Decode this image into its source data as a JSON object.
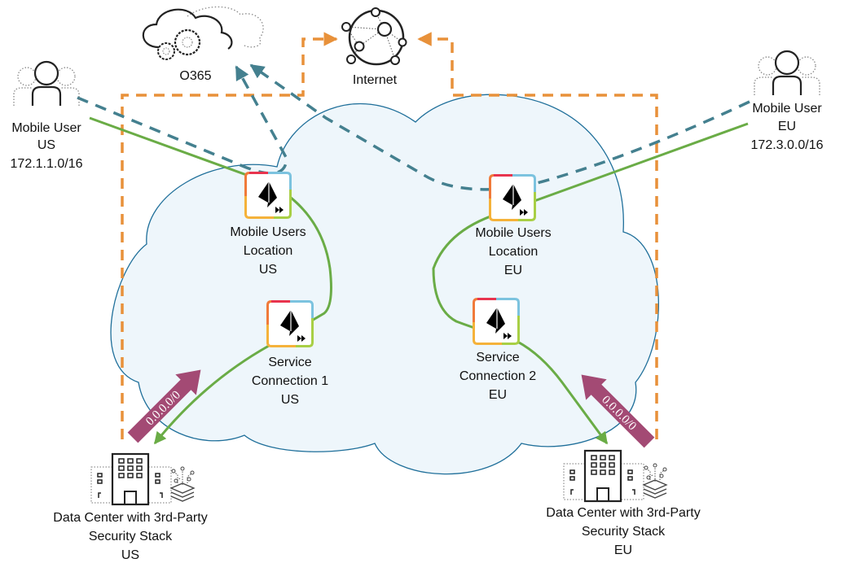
{
  "title": "Prisma Access mobile users with service connections to data centers",
  "colors": {
    "cloud_fill": "#eef6fb",
    "cloud_stroke": "#1f6f9a",
    "internet_path": "#e8913a",
    "o365_path": "#44808f",
    "user_path": "#6aac46",
    "default_route": "#a34a74"
  },
  "nodes": {
    "o365": {
      "label": "O365",
      "icon": "cloud-gears-icon"
    },
    "internet": {
      "label": "Internet",
      "icon": "globe-network-icon"
    },
    "mobile_user_us": {
      "lines": [
        "Mobile User",
        "US",
        "172.1.1.0/16"
      ],
      "icon": "user-group-icon"
    },
    "mobile_user_eu": {
      "lines": [
        "Mobile User",
        "EU",
        "172.3.0.0/16"
      ],
      "icon": "user-group-icon"
    },
    "mu_location_us": {
      "lines": [
        "Mobile Users",
        "Location",
        "US"
      ],
      "icon": "prisma-access-icon"
    },
    "mu_location_eu": {
      "lines": [
        "Mobile Users",
        "Location",
        "EU"
      ],
      "icon": "prisma-access-icon"
    },
    "service_conn_1": {
      "lines": [
        "Service",
        "Connection 1",
        "US"
      ],
      "icon": "prisma-access-icon"
    },
    "service_conn_2": {
      "lines": [
        "Service",
        "Connection 2",
        "EU"
      ],
      "icon": "prisma-access-icon"
    },
    "dc_us": {
      "lines": [
        "Data Center with 3rd-Party",
        "Security Stack",
        "US"
      ],
      "icon": "datacenter-icon"
    },
    "dc_eu": {
      "lines": [
        "Data Center with 3rd-Party",
        "Security Stack",
        "EU"
      ],
      "icon": "datacenter-icon"
    }
  },
  "routes": {
    "us_default": "0.0.0.0/0",
    "eu_default": "0.0.0.0/0"
  }
}
